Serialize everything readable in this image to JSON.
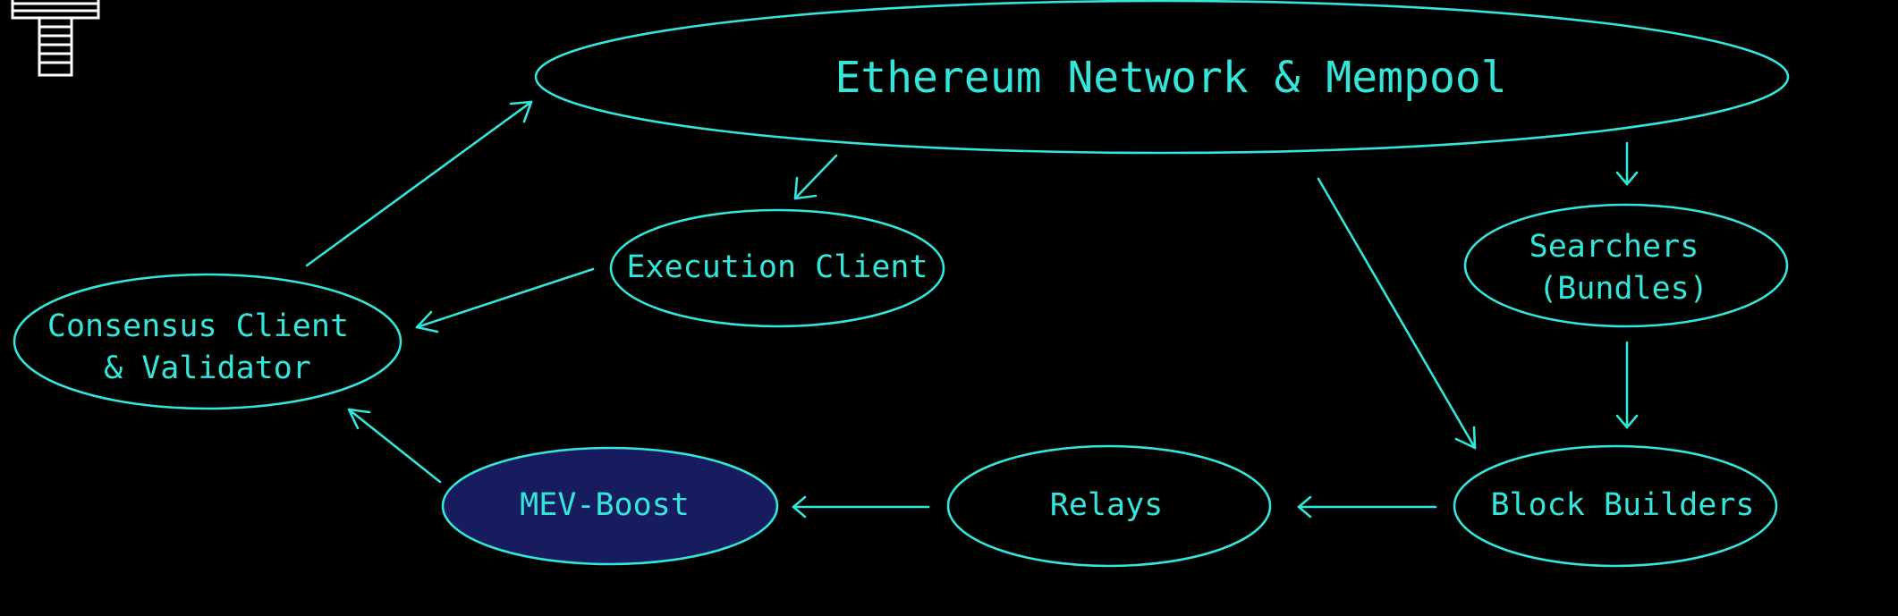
{
  "colors": {
    "background": "#000000",
    "accent": "#33E6D9",
    "highlight_fill": "#161C5E",
    "logo": "#FFFFFF"
  },
  "logo": {
    "icon": "t-logo-icon"
  },
  "nodes": {
    "ethereum": {
      "lines": [
        "Ethereum Network & Mempool"
      ]
    },
    "execution": {
      "lines": [
        "Execution Client"
      ]
    },
    "consensus": {
      "lines": [
        "Consensus Client",
        "& Validator"
      ]
    },
    "searchers": {
      "lines": [
        "Searchers",
        "(Bundles)"
      ]
    },
    "mev_boost": {
      "lines": [
        "MEV-Boost"
      ]
    },
    "relays": {
      "lines": [
        "Relays"
      ]
    },
    "builders": {
      "lines": [
        "Block Builders"
      ]
    }
  },
  "edges": [
    {
      "from": "consensus",
      "to": "ethereum"
    },
    {
      "from": "ethereum",
      "to": "execution"
    },
    {
      "from": "execution",
      "to": "consensus"
    },
    {
      "from": "ethereum",
      "to": "searchers"
    },
    {
      "from": "ethereum",
      "to": "builders"
    },
    {
      "from": "searchers",
      "to": "builders"
    },
    {
      "from": "builders",
      "to": "relays"
    },
    {
      "from": "relays",
      "to": "mev_boost"
    },
    {
      "from": "mev_boost",
      "to": "consensus"
    }
  ]
}
